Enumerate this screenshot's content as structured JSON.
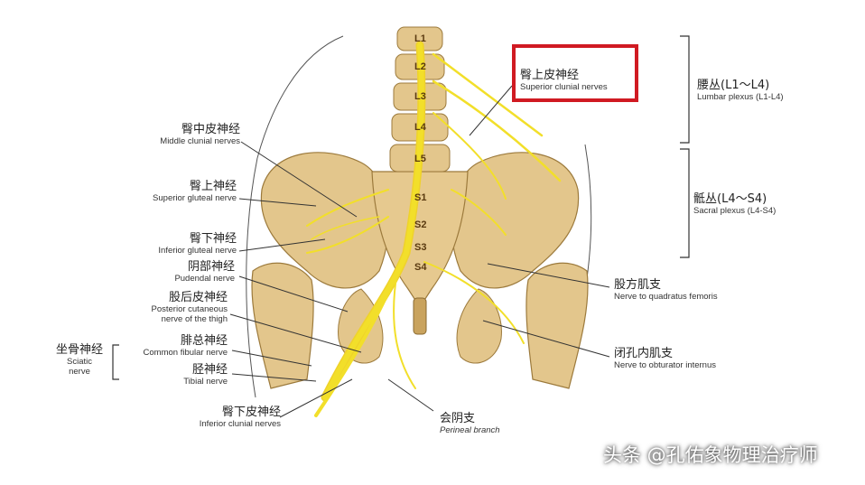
{
  "labels": {
    "superior_clunial": {
      "zh": "臀上皮神经",
      "en": "Superior clunial nerves"
    },
    "lumbar_plexus": {
      "zh": "腰丛(L1～L4)",
      "en": "Lumbar plexus (L1-L4)"
    },
    "sacral_plexus": {
      "zh": "骶丛(L4～S4)",
      "en": "Sacral plexus (L4-S4)"
    },
    "middle_clunial": {
      "zh": "臀中皮神经",
      "en": "Middle clunial nerves"
    },
    "superior_gluteal": {
      "zh": "臀上神经",
      "en": "Superior gluteal nerve"
    },
    "inferior_gluteal": {
      "zh": "臀下神经",
      "en": "Inferior gluteal nerve"
    },
    "pudendal": {
      "zh": "阴部神经",
      "en": "Pudendal nerve"
    },
    "posterior_cutaneous": {
      "zh": "股后皮神经",
      "en1": "Posterior cutaneous",
      "en2": "nerve of the thigh"
    },
    "common_fibular": {
      "zh": "腓总神经",
      "en": "Common fibular nerve"
    },
    "tibial": {
      "zh": "胫神经",
      "en": "Tibial nerve"
    },
    "sciatic": {
      "zh": "坐骨神经",
      "en1": "Sciatic",
      "en2": "nerve"
    },
    "inferior_clunial": {
      "zh": "臀下皮神经",
      "en": "Inferior clunial nerves"
    },
    "perineal": {
      "zh": "会阴支",
      "en": "Perineal branch"
    },
    "quadratus_femoris": {
      "zh": "股方肌支",
      "en": "Nerve to quadratus femoris"
    },
    "obturator_internus": {
      "zh": "闭孔内肌支",
      "en": "Nerve to obturator internus"
    }
  },
  "vertebrae": [
    "L1",
    "L2",
    "L3",
    "L4",
    "L5"
  ],
  "sacral": [
    "S1",
    "S2",
    "S3",
    "S4"
  ],
  "watermark": "头条 @孔佑象物理治疗师",
  "colors": {
    "bone": "#e3c68c",
    "bone_dark": "#c9a35e",
    "nerve": "#f2df2a",
    "highlight": "#d01a22",
    "line": "#333333"
  }
}
